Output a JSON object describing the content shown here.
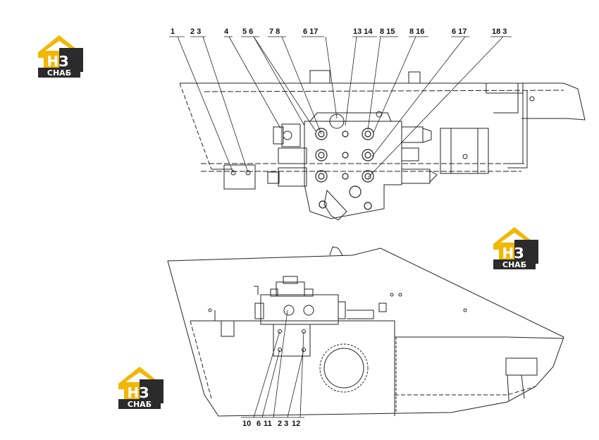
{
  "logo": {
    "letters": "НЗ",
    "word": "СНАБ",
    "colors": {
      "roof": "#f2b705",
      "body": "#2b2b2b",
      "text": "#ffffff"
    }
  },
  "top_view": {
    "callouts": [
      "1",
      "2 3",
      "4",
      "5 6",
      "7 8",
      "6 17",
      "13 14",
      "8 15",
      "8 16",
      "6 17",
      "18 3"
    ]
  },
  "side_view": {
    "callouts": [
      "10",
      "6",
      "11",
      "2 3",
      "12"
    ]
  }
}
